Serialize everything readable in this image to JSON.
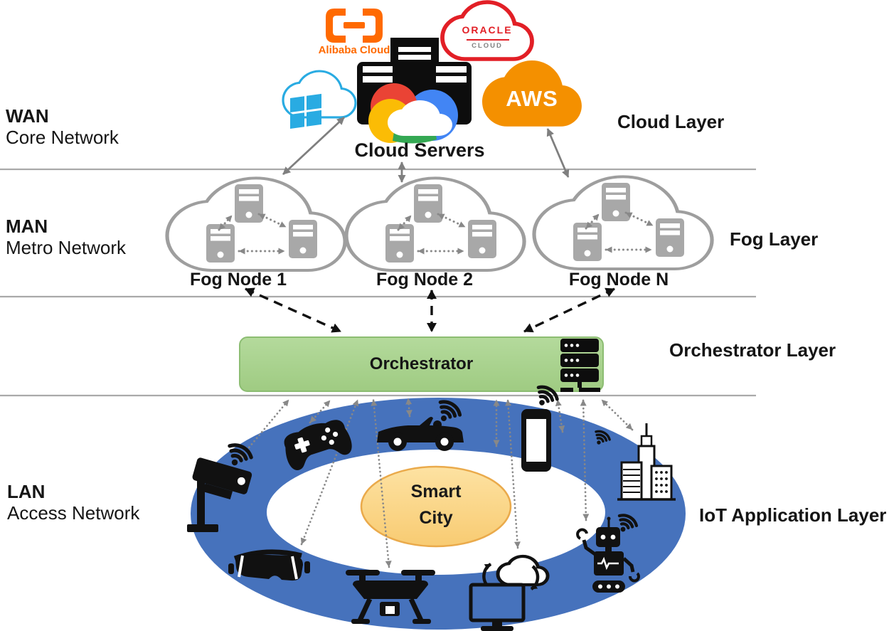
{
  "layers": {
    "left": [
      {
        "acronym": "WAN",
        "network": "Core Network"
      },
      {
        "acronym": "MAN",
        "network": "Metro Network"
      },
      {
        "acronym": "LAN",
        "network": "Access Network"
      }
    ],
    "right": {
      "cloud": "Cloud Layer",
      "fog": "Fog Layer",
      "orchestrator": "Orchestrator Layer",
      "iot": "IoT Application Layer"
    }
  },
  "cloud_layer": {
    "caption": "Cloud Servers",
    "providers": {
      "alibaba": {
        "name": "Alibaba Cloud",
        "color": "#FF6A00"
      },
      "oracle": {
        "name": "ORACLE",
        "sub": "CLOUD",
        "color": "#E21F26"
      },
      "azure": {
        "color": "#29ABE2"
      },
      "aws": {
        "name": "AWS",
        "color": "#F49000"
      },
      "google": {
        "red": "#EA4335",
        "yellow": "#FBBC05",
        "green": "#34A853",
        "blue": "#4285F4"
      }
    }
  },
  "fog_layer": {
    "nodes": [
      {
        "label": "Fog Node 1"
      },
      {
        "label": "Fog Node 2"
      },
      {
        "label": "Fog Node N"
      }
    ],
    "cloud_outline_color": "#9e9e9e",
    "server_color": "#a8a8a8"
  },
  "orchestrator_layer": {
    "label": "Orchestrator",
    "fill": "#A9D18E"
  },
  "iot_layer": {
    "center_line1": "Smart",
    "center_line2": "City",
    "ring_color": "#4672BC",
    "center_fill": "#FBD486",
    "devices": [
      "wifi-security-camera",
      "game-controller",
      "connected-car",
      "smartphone",
      "smart-city-buildings",
      "robot",
      "cloud-connected-computer",
      "drone",
      "vr-goggles"
    ]
  }
}
